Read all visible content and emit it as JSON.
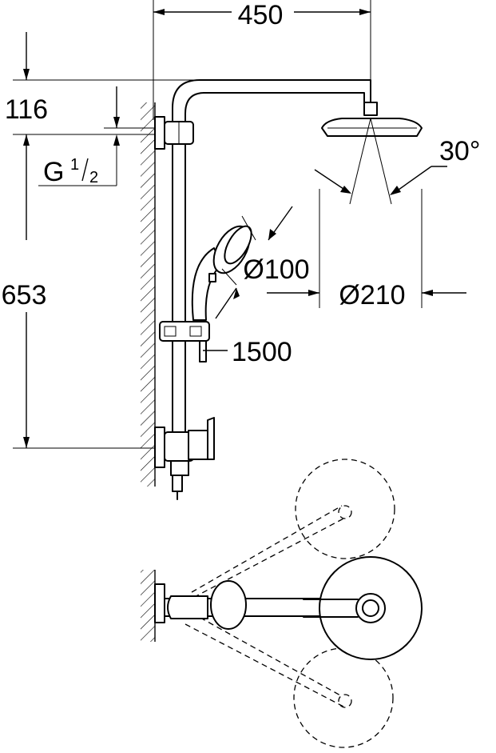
{
  "dimensions": {
    "width_overall": "450",
    "top_offset": "116",
    "connection_prefix": "G",
    "connection_num": "1",
    "connection_den": "2",
    "height_rail": "653",
    "hand_shower_diameter": "Ø100",
    "head_shower_diameter": "Ø210",
    "hose_length": "1500",
    "tilt_angle": "30°"
  }
}
